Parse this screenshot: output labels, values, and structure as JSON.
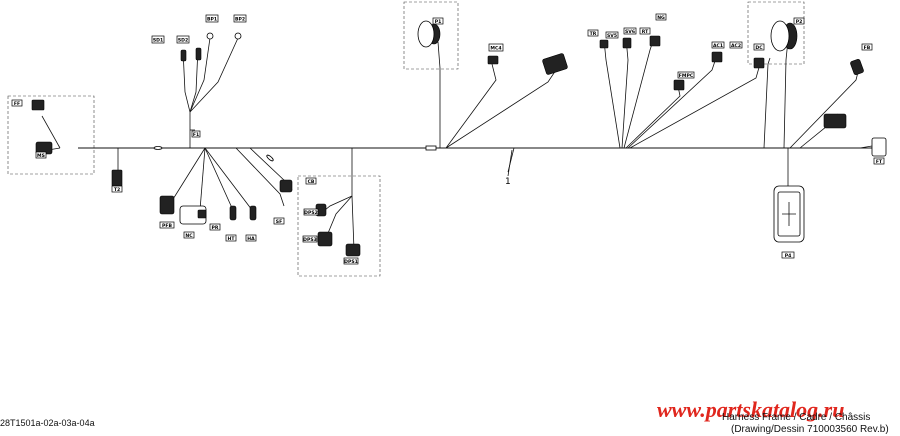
{
  "callout": {
    "number": "1"
  },
  "connectors": [
    {
      "id": "sd1",
      "tag": "SD1"
    },
    {
      "id": "sd2",
      "tag": "SD2"
    },
    {
      "id": "bp1",
      "tag": "BP1"
    },
    {
      "id": "bp2",
      "tag": "BP2"
    },
    {
      "id": "p1",
      "tag": "P1"
    },
    {
      "id": "p2",
      "tag": "P2"
    },
    {
      "id": "mc4",
      "tag": "MC4"
    },
    {
      "id": "dc",
      "tag": "DC"
    },
    {
      "id": "sv5",
      "tag": "SV5"
    },
    {
      "id": "sv6",
      "tag": "SV6"
    },
    {
      "id": "ng",
      "tag": "NG"
    },
    {
      "id": "ac1",
      "tag": "AC1"
    },
    {
      "id": "ac2",
      "tag": "AC2"
    },
    {
      "id": "fmpc",
      "tag": "FMPC"
    },
    {
      "id": "fb",
      "tag": "FB"
    },
    {
      "id": "ft",
      "tag": "FT"
    },
    {
      "id": "ff",
      "tag": "FF"
    },
    {
      "id": "cb",
      "tag": "CB"
    },
    {
      "id": "dps2",
      "tag": "DPS2"
    },
    {
      "id": "dps3",
      "tag": "DPS3"
    },
    {
      "id": "dps1",
      "tag": "DPS1"
    },
    {
      "id": "ht",
      "tag": "HT"
    },
    {
      "id": "ha",
      "tag": "HA"
    },
    {
      "id": "sf",
      "tag": "SF"
    },
    {
      "id": "pfb",
      "tag": "PFB"
    },
    {
      "id": "nc",
      "tag": "NC"
    },
    {
      "id": "ms",
      "tag": "MS"
    },
    {
      "id": "t2",
      "tag": "T2"
    },
    {
      "id": "fuse",
      "tag": "F1"
    },
    {
      "id": "p4",
      "tag": "P4"
    },
    {
      "id": "tr",
      "tag": "TR"
    },
    {
      "id": "rt",
      "tag": "RT"
    },
    {
      "id": "pr",
      "tag": "PR"
    }
  ],
  "footer": {
    "drawing_code": "28T1501a-02a-03a-04a",
    "title_line1": "Harness Frame / Cadre / Châssis",
    "title_line2": "(Drawing/Dessin 710003560 Rev.b)",
    "watermark": "www.partskatalog.ru"
  }
}
